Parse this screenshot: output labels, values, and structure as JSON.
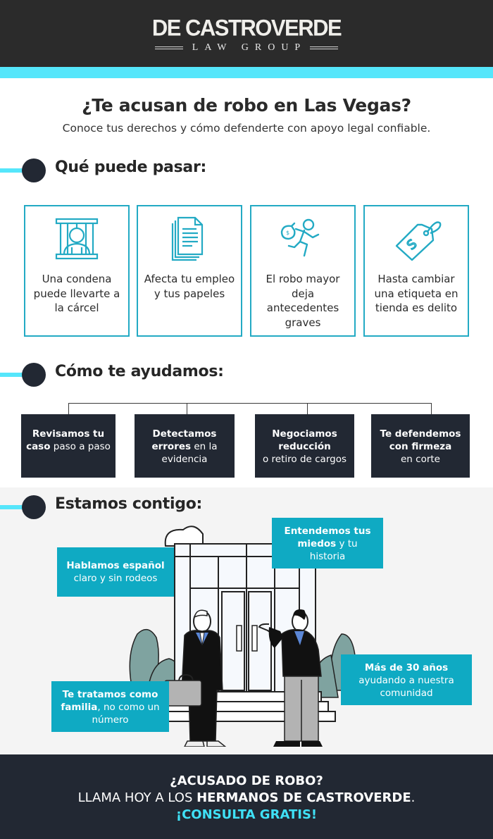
{
  "header": {
    "brand_main": "DE CASTROVERDE",
    "brand_sub": "LAW GROUP"
  },
  "intro": {
    "title": "¿Te acusan de robo en Las Vegas?",
    "subtitle": "Conoce tus derechos y cómo defenderte con apoyo legal confiable."
  },
  "sections": {
    "risks": {
      "heading": "Qué puede pasar:",
      "cards": [
        {
          "icon": "prison-bars-icon",
          "text": "Una condena puede llevarte a la cárcel"
        },
        {
          "icon": "documents-icon",
          "text": "Afecta tu empleo y tus papeles"
        },
        {
          "icon": "thief-running-icon",
          "text": "El robo mayor deja antecedentes graves"
        },
        {
          "icon": "price-tag-icon",
          "text": "Hasta cambiar una etiqueta en tienda es delito"
        }
      ]
    },
    "help": {
      "heading": "Cómo te ayudamos:",
      "items": [
        {
          "bold": "Revisamos tu caso",
          "rest": "paso a paso"
        },
        {
          "bold": "Detectamos errores",
          "rest": "en la evidencia"
        },
        {
          "bold": "Negociamos reducción",
          "rest": "o retiro de cargos"
        },
        {
          "bold": "Te defendemos con firmeza",
          "rest": "en corte"
        }
      ]
    },
    "support": {
      "heading": "Estamos contigo:",
      "tips": [
        {
          "bold": "Hablamos español",
          "rest": "claro y sin rodeos"
        },
        {
          "bold": "Entendemos tus miedos",
          "rest": "y tu historia"
        },
        {
          "bold": "Te tratamos como familia",
          "rest": ", no como un número"
        },
        {
          "bold": "Más de 30 años",
          "rest": "ayudando a nuestra comunidad"
        }
      ],
      "illustration": "lawyer-and-client-at-courthouse"
    }
  },
  "footer": {
    "line1": "¿ACUSADO DE ROBO?",
    "line2_regular": "LLAMA HOY A LOS ",
    "line2_bold": "HERMANOS DE CASTROVERDE",
    "line2_end": ".",
    "line3": "¡CONSULTA GRATIS!"
  },
  "colors": {
    "dark": "#222833",
    "header_bg": "#2b2b2b",
    "accent_cyan": "#55e6fb",
    "teal": "#0faac3",
    "card_border": "#23aac4",
    "section_gray": "#f4f4f4"
  }
}
